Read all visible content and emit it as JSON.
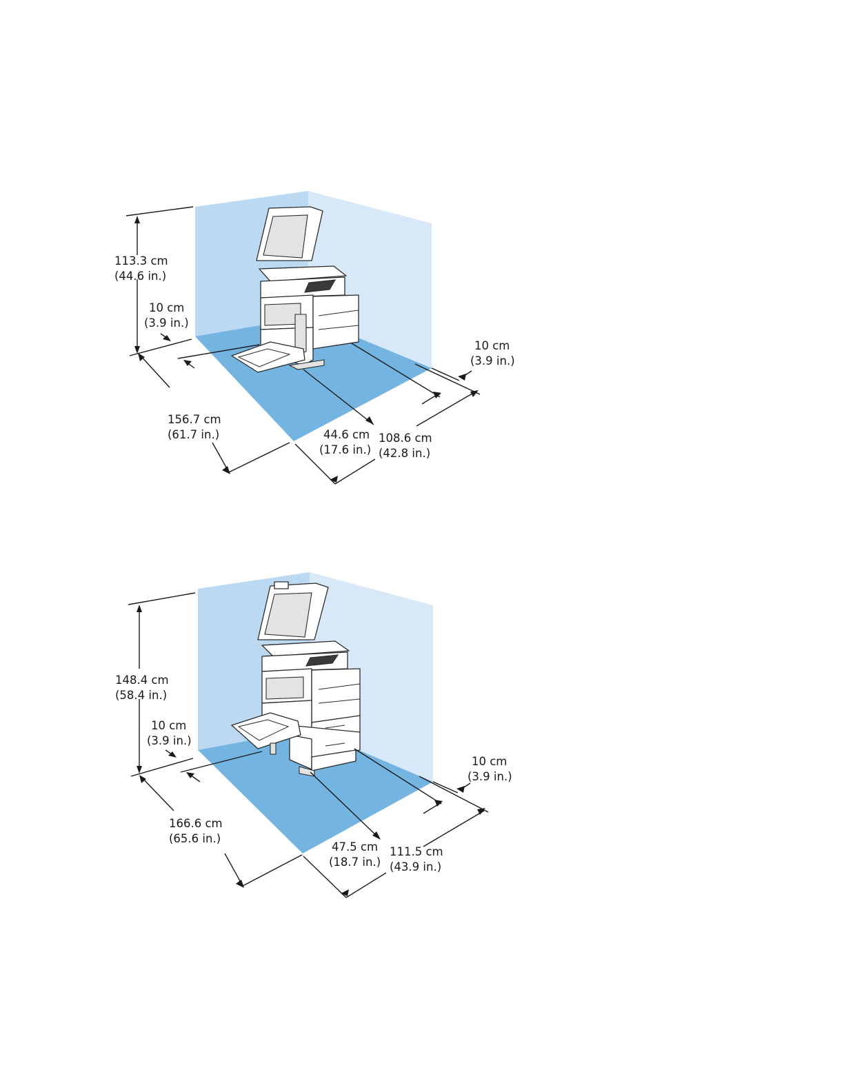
{
  "figures": [
    {
      "height": {
        "cm": "113.3 cm",
        "in": "(44.6 in.)"
      },
      "left_clearance": {
        "cm": "10 cm",
        "in": "(3.9 in.)"
      },
      "right_clearance": {
        "cm": "10 cm",
        "in": "(3.9 in.)"
      },
      "total_width": {
        "cm": "156.7 cm",
        "in": "(61.7 in.)"
      },
      "rear_clearance": {
        "cm": "44.6 cm",
        "in": "(17.6 in.)"
      },
      "total_depth": {
        "cm": "108.6 cm",
        "in": "(42.8 in.)"
      }
    },
    {
      "height": {
        "cm": "148.4 cm",
        "in": "(58.4 in.)"
      },
      "left_clearance": {
        "cm": "10 cm",
        "in": "(3.9 in.)"
      },
      "right_clearance": {
        "cm": "10 cm",
        "in": "(3.9 in.)"
      },
      "total_width": {
        "cm": "166.6 cm",
        "in": "(65.6 in.)"
      },
      "rear_clearance": {
        "cm": "47.5 cm",
        "in": "(18.7 in.)"
      },
      "total_depth": {
        "cm": "111.5 cm",
        "in": "(43.9 in.)"
      }
    }
  ],
  "colors": {
    "back_wall": "#bcd9f2",
    "side_wall": "#d7e8f8",
    "floor": "#74b4e0",
    "line": "#1a1a1a"
  }
}
